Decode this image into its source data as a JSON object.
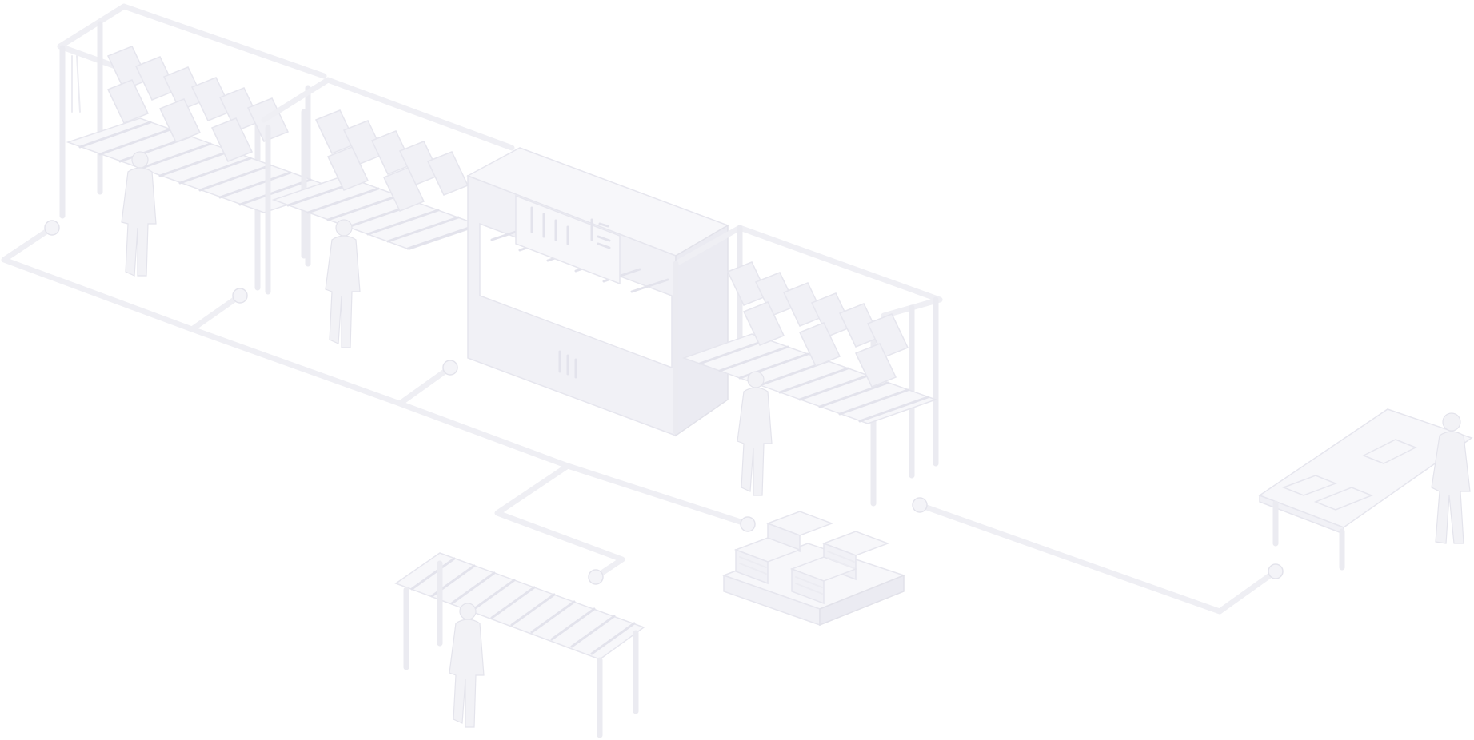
{
  "scene": {
    "palette": {
      "background": "#ffffff",
      "surface": "#f7f7fa",
      "shade": "#f1f1f6",
      "edge": "#e6e6ee",
      "accent_shade": "#ebebf2"
    },
    "elements": [
      "shelving-conveyor-1",
      "shelving-conveyor-2",
      "processing-machine",
      "shelving-conveyor-3",
      "roller-table",
      "pallet-with-stacks",
      "packing-table",
      "pipe-network",
      "workers"
    ]
  }
}
